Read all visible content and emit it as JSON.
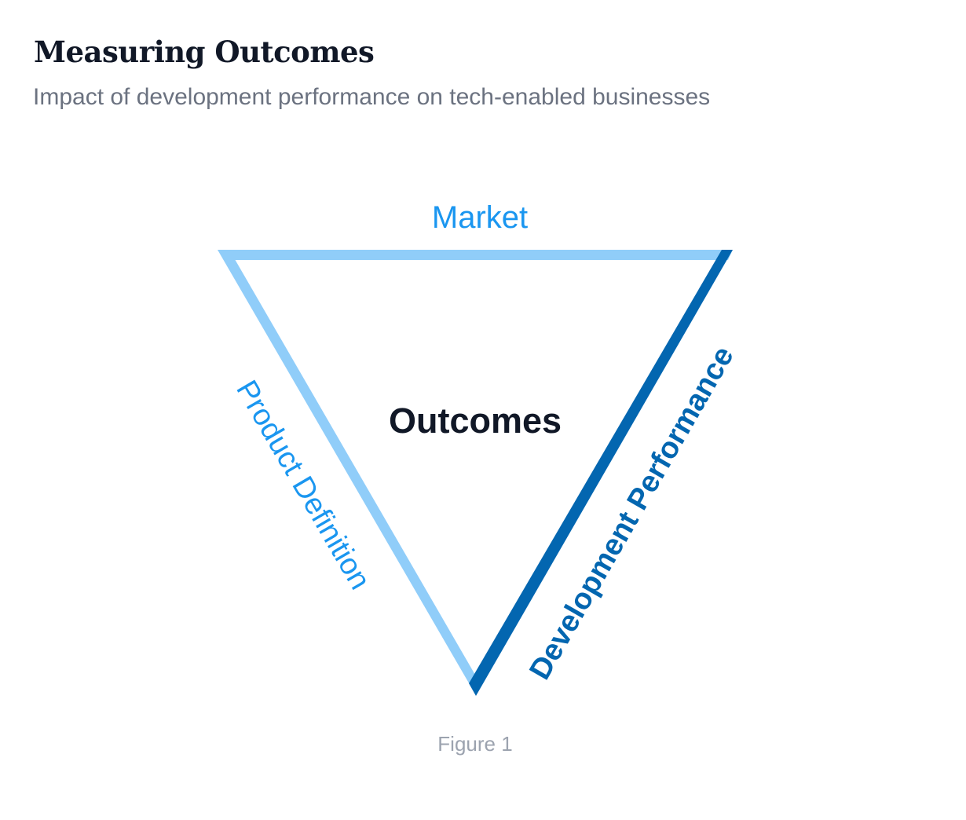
{
  "header": {
    "title": "Measuring Outcomes",
    "subtitle": "Impact of development performance on tech-enabled businesses"
  },
  "diagram": {
    "type": "inverted-triangle",
    "center_label": "Outcomes",
    "sides": [
      {
        "id": "top",
        "label": "Market",
        "color": "#90CDF9",
        "label_color": "#1A96F0"
      },
      {
        "id": "left",
        "label": "Product Definition",
        "color": "#90CDF9",
        "label_color": "#1A96F0"
      },
      {
        "id": "right",
        "label": "Development Performance",
        "color": "#0366B0",
        "label_color": "#0366B0"
      }
    ],
    "center_label_color": "#111827"
  },
  "caption": "Figure 1"
}
